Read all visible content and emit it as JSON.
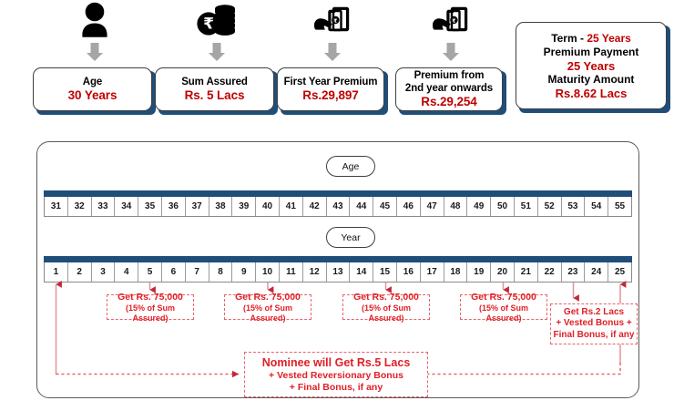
{
  "cards": [
    {
      "icon": "person-icon",
      "label": "Age",
      "value": "30 Years",
      "lines": null
    },
    {
      "icon": "rupee-coins-icon",
      "label": "Sum Assured",
      "value": "Rs. 5 Lacs",
      "lines": null
    },
    {
      "icon": "hand-cash-icon",
      "label": "First Year Premium",
      "value": "Rs.29,897",
      "lines": null
    },
    {
      "icon": "hand-cash-icon",
      "label": "Premium from",
      "label2": "2nd year onwards",
      "value": "Rs.29,254",
      "lines": null
    },
    {
      "icon": null,
      "label": null,
      "value": null,
      "lines": [
        {
          "black": "Term  - ",
          "red": "25 Years"
        },
        {
          "black": "Premium Payment",
          "red": ""
        },
        {
          "black": "",
          "red": "25 Years"
        },
        {
          "black": "Maturity Amount",
          "red": ""
        },
        {
          "black": "",
          "red": "Rs.8.62 Lacs"
        }
      ]
    }
  ],
  "timeline": {
    "age_pill": "Age",
    "year_pill": "Year",
    "age_values": [
      "31",
      "32",
      "33",
      "34",
      "35",
      "36",
      "37",
      "38",
      "39",
      "40",
      "41",
      "42",
      "43",
      "44",
      "45",
      "46",
      "47",
      "48",
      "49",
      "50",
      "51",
      "52",
      "53",
      "54",
      "55"
    ],
    "year_values": [
      "1",
      "2",
      "3",
      "4",
      "5",
      "6",
      "7",
      "8",
      "9",
      "10",
      "11",
      "12",
      "13",
      "14",
      "15",
      "16",
      "17",
      "18",
      "19",
      "20",
      "21",
      "22",
      "23",
      "24",
      "25"
    ]
  },
  "payouts": [
    {
      "line1": "Get Rs. 75,000",
      "line2": "(15% of Sum Assured)",
      "at_year": 5
    },
    {
      "line1": "Get Rs. 75,000",
      "line2": "(15% of Sum Assured)",
      "at_year": 10
    },
    {
      "line1": "Get Rs. 75,000",
      "line2": "(15% of Sum Assured)",
      "at_year": 15
    },
    {
      "line1": "Get Rs. 75,000",
      "line2": "(15% of Sum Assured)",
      "at_year": 20
    }
  ],
  "maturity_box": {
    "line1": "Get Rs.2 Lacs",
    "line2": "+ Vested Bonus +",
    "line3": "Final Bonus, if any",
    "at_year": 23
  },
  "nominee_box": {
    "line1": "Nominee will Get Rs.5 Lacs",
    "line2": "+ Vested Reversionary Bonus",
    "line3": "+ Final Bonus, if any"
  },
  "colors": {
    "navy": "#1f4e79",
    "red": "#c00000",
    "bright_red": "#e01f26",
    "dashed_red": "#e8636a",
    "arrow_gray": "#a6a6a6"
  }
}
